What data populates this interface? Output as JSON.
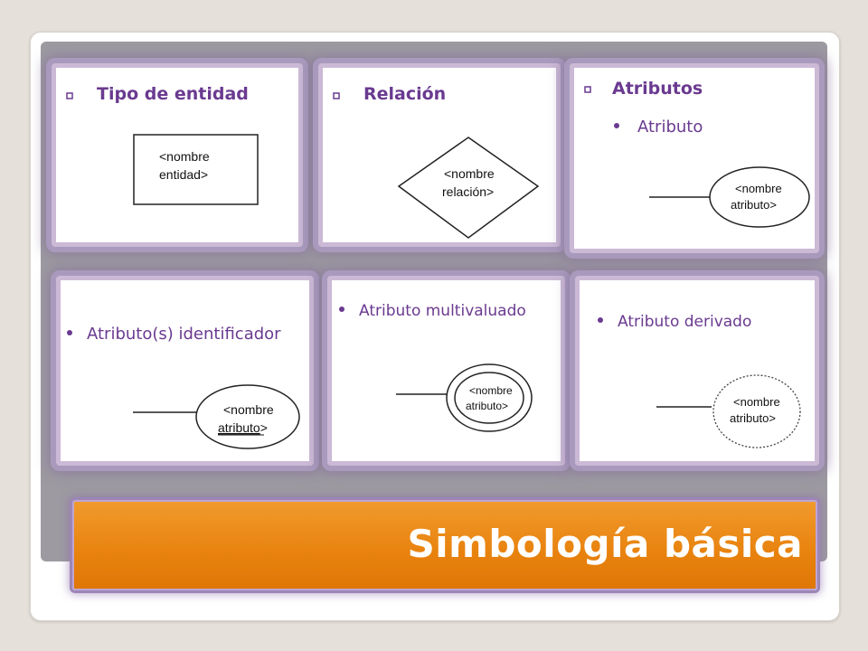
{
  "slide": {
    "title": "Simbología básica"
  },
  "panels": {
    "entity_type": {
      "heading": "Tipo de entidad",
      "label_line1": "<nombre",
      "label_line2": "entidad>"
    },
    "relationship": {
      "heading": "Relación",
      "label_line1": "<nombre",
      "label_line2": "relación>"
    },
    "attributes": {
      "heading": "Atributos",
      "subheading": "Atributo",
      "label_line1": "<nombre",
      "label_line2": "atributo>"
    },
    "identifier": {
      "heading": "Atributo(s) identificador",
      "label_line1": "<nombre",
      "label_line2_underlined": "atributo",
      "label_line2_rest": ">"
    },
    "multivalued": {
      "heading": "Atributo multivaluado",
      "label_line1": "<nombre",
      "label_line2": "atributo>"
    },
    "derived": {
      "heading": "Atributo derivado",
      "label_line1": "<nombre",
      "label_line2": "atributo>"
    }
  },
  "colors": {
    "heading": "#6a3a90",
    "title_bar": "#e8820d",
    "title_text": "#ffffff",
    "panel_border": "#a99abd"
  },
  "icons": {
    "square_bullet": "square-bullet-icon",
    "round_bullet": "round-bullet-icon"
  }
}
